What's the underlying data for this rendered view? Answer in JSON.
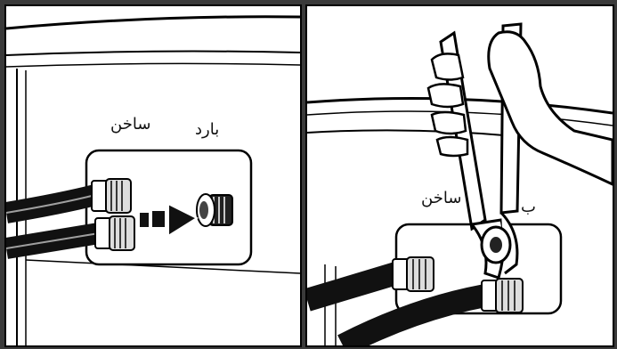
{
  "left_panel": {
    "label_hot": "ساخن",
    "label_cold": "بارد"
  },
  "right_panel": {
    "label_hot": "ساخن",
    "label_cold_partial": "ب"
  }
}
